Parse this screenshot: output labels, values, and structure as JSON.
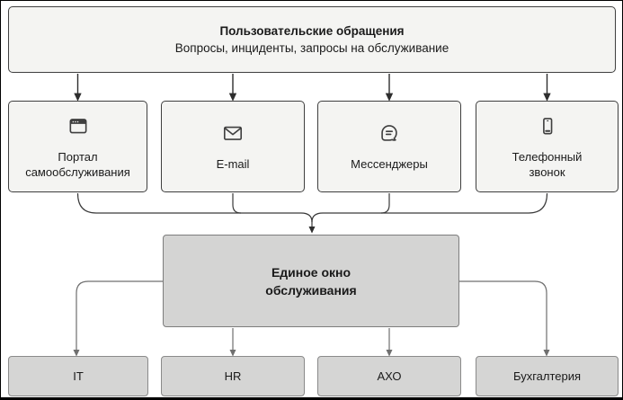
{
  "diagram": {
    "header": {
      "title": "Пользовательские обращения",
      "subtitle": "Вопросы, инциденты, запросы на обслуживание"
    },
    "channels": [
      {
        "label": "Портал самообслуживания",
        "icon": "browser-window-icon"
      },
      {
        "label": "E-mail",
        "icon": "envelope-icon"
      },
      {
        "label": "Мессенджеры",
        "icon": "chat-bubble-icon"
      },
      {
        "label": "Телефонный звонок",
        "icon": "phone-icon"
      }
    ],
    "hub": {
      "label": "Единое окно обслуживания"
    },
    "departments": [
      {
        "label": "IT"
      },
      {
        "label": "HR"
      },
      {
        "label": "АХО"
      },
      {
        "label": "Бухгалтерия"
      }
    ],
    "colors": {
      "light_box_fill": "#f4f4f2",
      "dark_border": "#3f3f3f",
      "gray_box_fill": "#d5d5d4",
      "gray_border": "#8a8a8a",
      "line_dark": "#2e2e2e",
      "line_gray": "#6f6f6f"
    }
  }
}
